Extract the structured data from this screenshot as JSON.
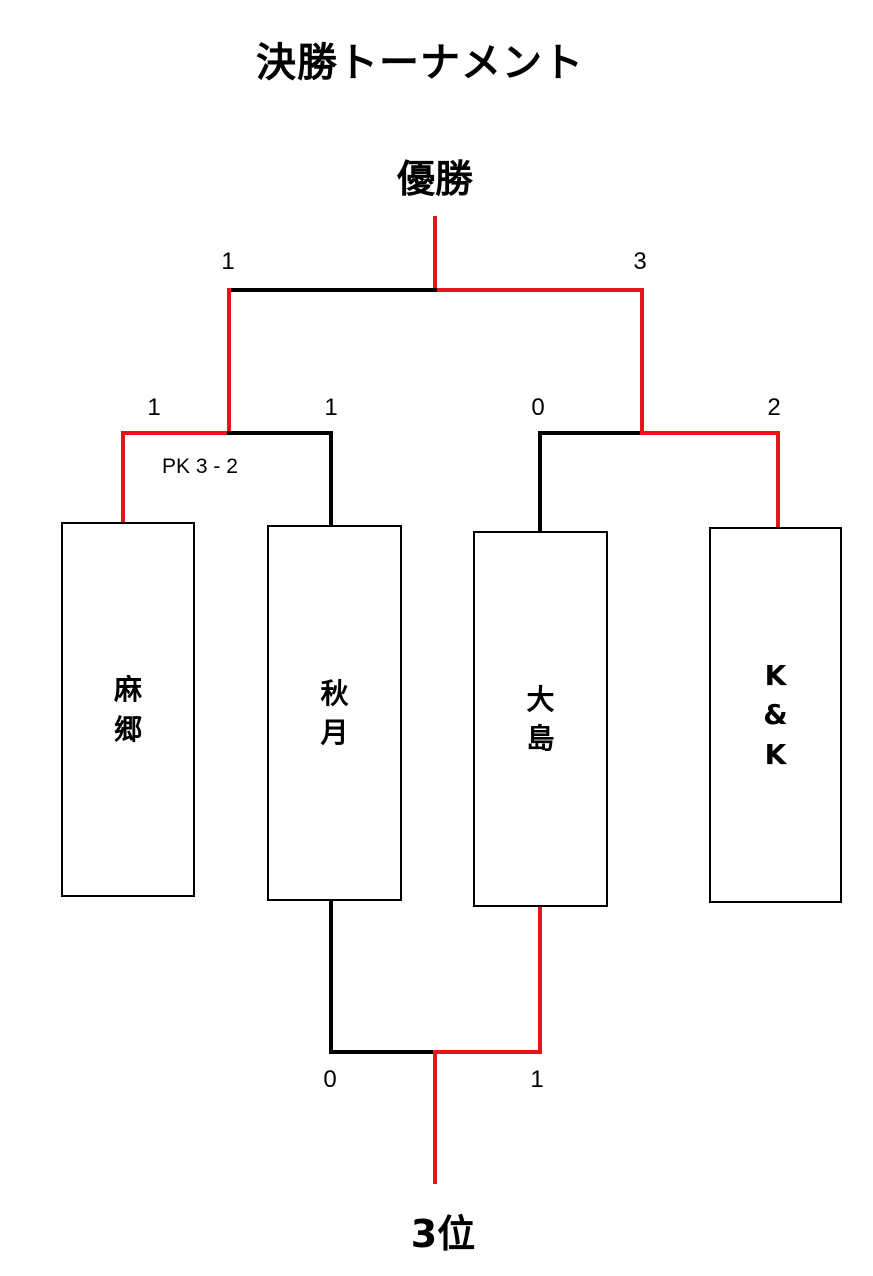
{
  "title": "決勝トーナメント",
  "champion_label": "優勝",
  "third_place_label": "3位",
  "pk_note": "PK 3 - 2",
  "colors": {
    "winner_line": "#e8141b",
    "loser_line": "#000000"
  },
  "teams": [
    {
      "name": "麻\n郷"
    },
    {
      "name": "秋\n月"
    },
    {
      "name": "大\n島"
    },
    {
      "name": "K\n&\nK"
    }
  ],
  "scores": {
    "semi1_team1": "1",
    "semi1_team2": "1",
    "semi2_team1": "0",
    "semi2_team2": "2",
    "final_left": "1",
    "final_right": "3",
    "third_left": "0",
    "third_right": "1"
  }
}
